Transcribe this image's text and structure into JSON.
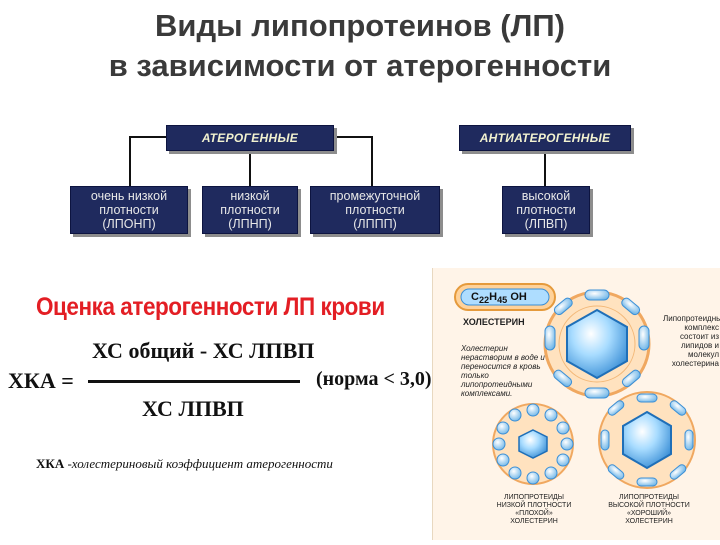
{
  "title": {
    "line1": "Виды липопротеинов (ЛП)",
    "line2": "в зависимости от атерогенности"
  },
  "groups": {
    "atherogenic": "АТЕРОГЕННЫЕ",
    "antiatherogenic": "АНТИАТЕРОГЕННЫЕ"
  },
  "categories": [
    {
      "line1": "очень низкой",
      "line2": "плотности",
      "line3": "(ЛПОНП)"
    },
    {
      "line1": "низкой",
      "line2": "плотности",
      "line3": "(ЛПНП)"
    },
    {
      "line1": "промежуточной",
      "line2": "плотности",
      "line3": "(ЛППП)"
    },
    {
      "line1": "высокой",
      "line2": "плотности",
      "line3": "(ЛПВП)"
    }
  ],
  "assessment": {
    "heading": "Оценка атерогенности ЛП крови",
    "lhs": "ХКА =",
    "numerator": "ХС общий - ХС ЛПВП",
    "denominator": "ХС ЛПВП",
    "norm": "(норма < 3,0)",
    "footnote_term": "ХКА",
    "footnote_text": " -холестериновый коэффициент атерогенности"
  },
  "illustration": {
    "formula_c": "C",
    "formula_c_sub": "22",
    "formula_h": "H",
    "formula_h_sub": "45",
    "formula_oh": " OH",
    "cholesterol_label": "ХОЛЕСТЕРИН",
    "complex_note": "Липопротеидный комплекс состоит из липидов и молекул холестерина",
    "solubility_note": "Холестерин нерастворим в воде и переносится в кровь только липопротеидными комплексами.",
    "ldl_label": "ЛИПОПРОТЕИДЫ НИЗКОЙ ПЛОТНОСТИ «ПЛОХОЙ» ХОЛЕСТЕРИН",
    "hdl_label": "ЛИПОПРОТЕИДЫ ВЫСОКОЙ ПЛОТНОСТИ «ХОРОШИЙ» ХОЛЕСТЕРИН"
  },
  "colors": {
    "box_fill": "#1f2a5e",
    "heading_red": "#e31e24",
    "panel_bg": "#fff4e8",
    "particle_blue": "#6fb6e8"
  }
}
